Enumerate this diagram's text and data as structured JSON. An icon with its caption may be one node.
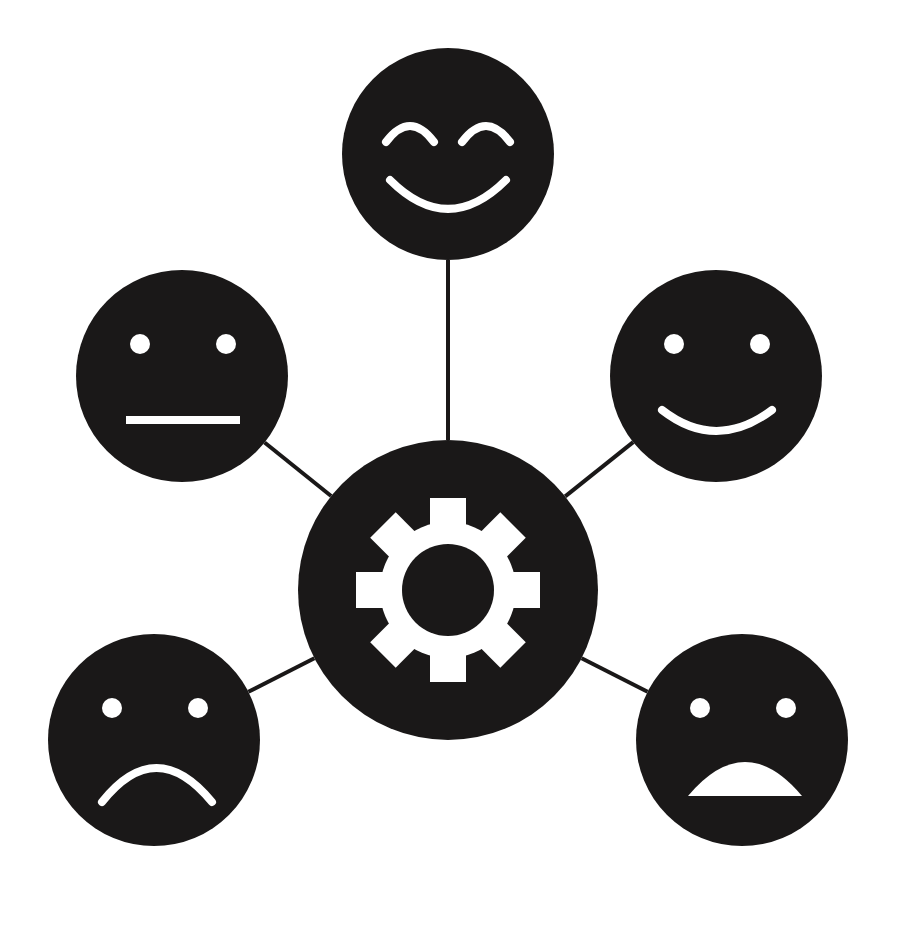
{
  "diagram": {
    "nodes": [
      {
        "text": [],
        "shape": "circle"
      },
      {
        "text": [],
        "shape": "circle"
      },
      {
        "text": [],
        "shape": "circle"
      },
      {
        "text": [],
        "shape": "circle"
      },
      {
        "text": [],
        "shape": "circle"
      },
      {
        "text": [],
        "shape": "circle"
      }
    ],
    "edges": [
      {
        "from": 3,
        "to": 0,
        "arrow": "none"
      },
      {
        "from": 3,
        "to": 1,
        "arrow": "none"
      },
      {
        "from": 3,
        "to": 2,
        "arrow": "none"
      },
      {
        "from": 3,
        "to": 4,
        "arrow": "none"
      },
      {
        "from": 3,
        "to": 5,
        "arrow": "none"
      }
    ]
  }
}
